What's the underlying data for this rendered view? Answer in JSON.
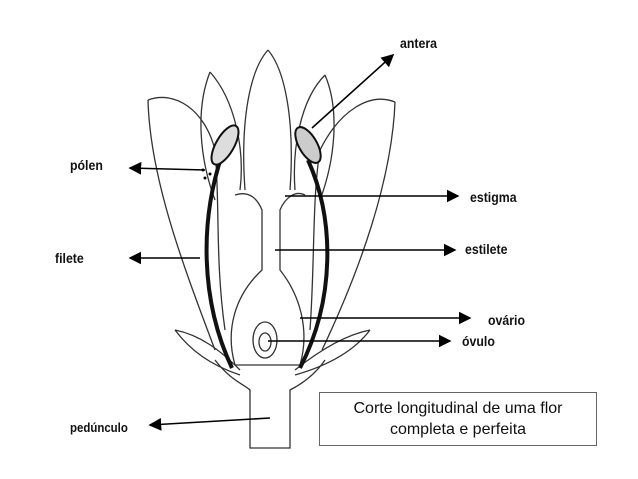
{
  "labels": {
    "antera": "antera",
    "polen": "pólen",
    "estigma": "estigma",
    "filete": "filete",
    "estilete": "estilete",
    "ovario": "ovário",
    "ovulo": "óvulo",
    "pedunculo": "pedúnculo"
  },
  "caption": {
    "line1": "Corte longitudinal de uma flor",
    "line2": "completa e perfeita"
  }
}
